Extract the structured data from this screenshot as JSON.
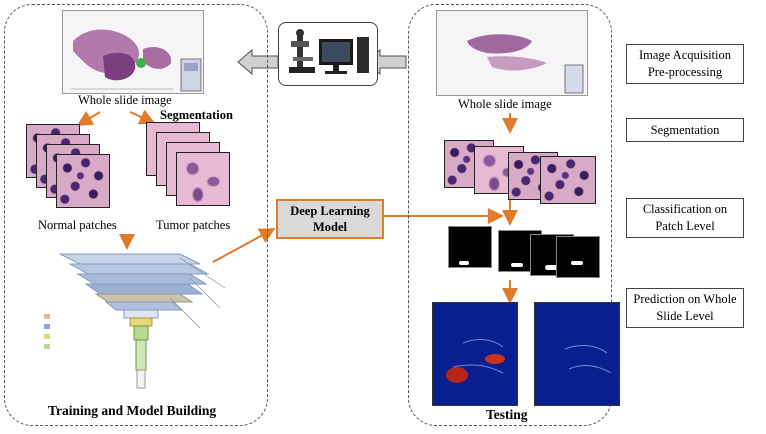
{
  "left_panel": {
    "title": "Training and Model Building",
    "wsi_label": "Whole slide image",
    "segmentation_label": "Segmentation",
    "normal_label": "Normal patches",
    "tumor_label": "Tumor patches"
  },
  "center": {
    "model_label": "Deep Learning Model"
  },
  "right_panel": {
    "title": "Testing",
    "wsi_label": "Whole slide image"
  },
  "steps": [
    {
      "label": "Image Acquisition Pre-processing"
    },
    {
      "label": "Segmentation"
    },
    {
      "label": "Classification on Patch Level"
    },
    {
      "label": "Prediction on Whole Slide Level"
    }
  ],
  "colors": {
    "arrow_orange": "#e07b2a",
    "arrow_gray": "#c8c8c8",
    "heatmap_bg": "#0a1f8f"
  },
  "icons": [
    "microscope-icon",
    "computer-icon"
  ]
}
